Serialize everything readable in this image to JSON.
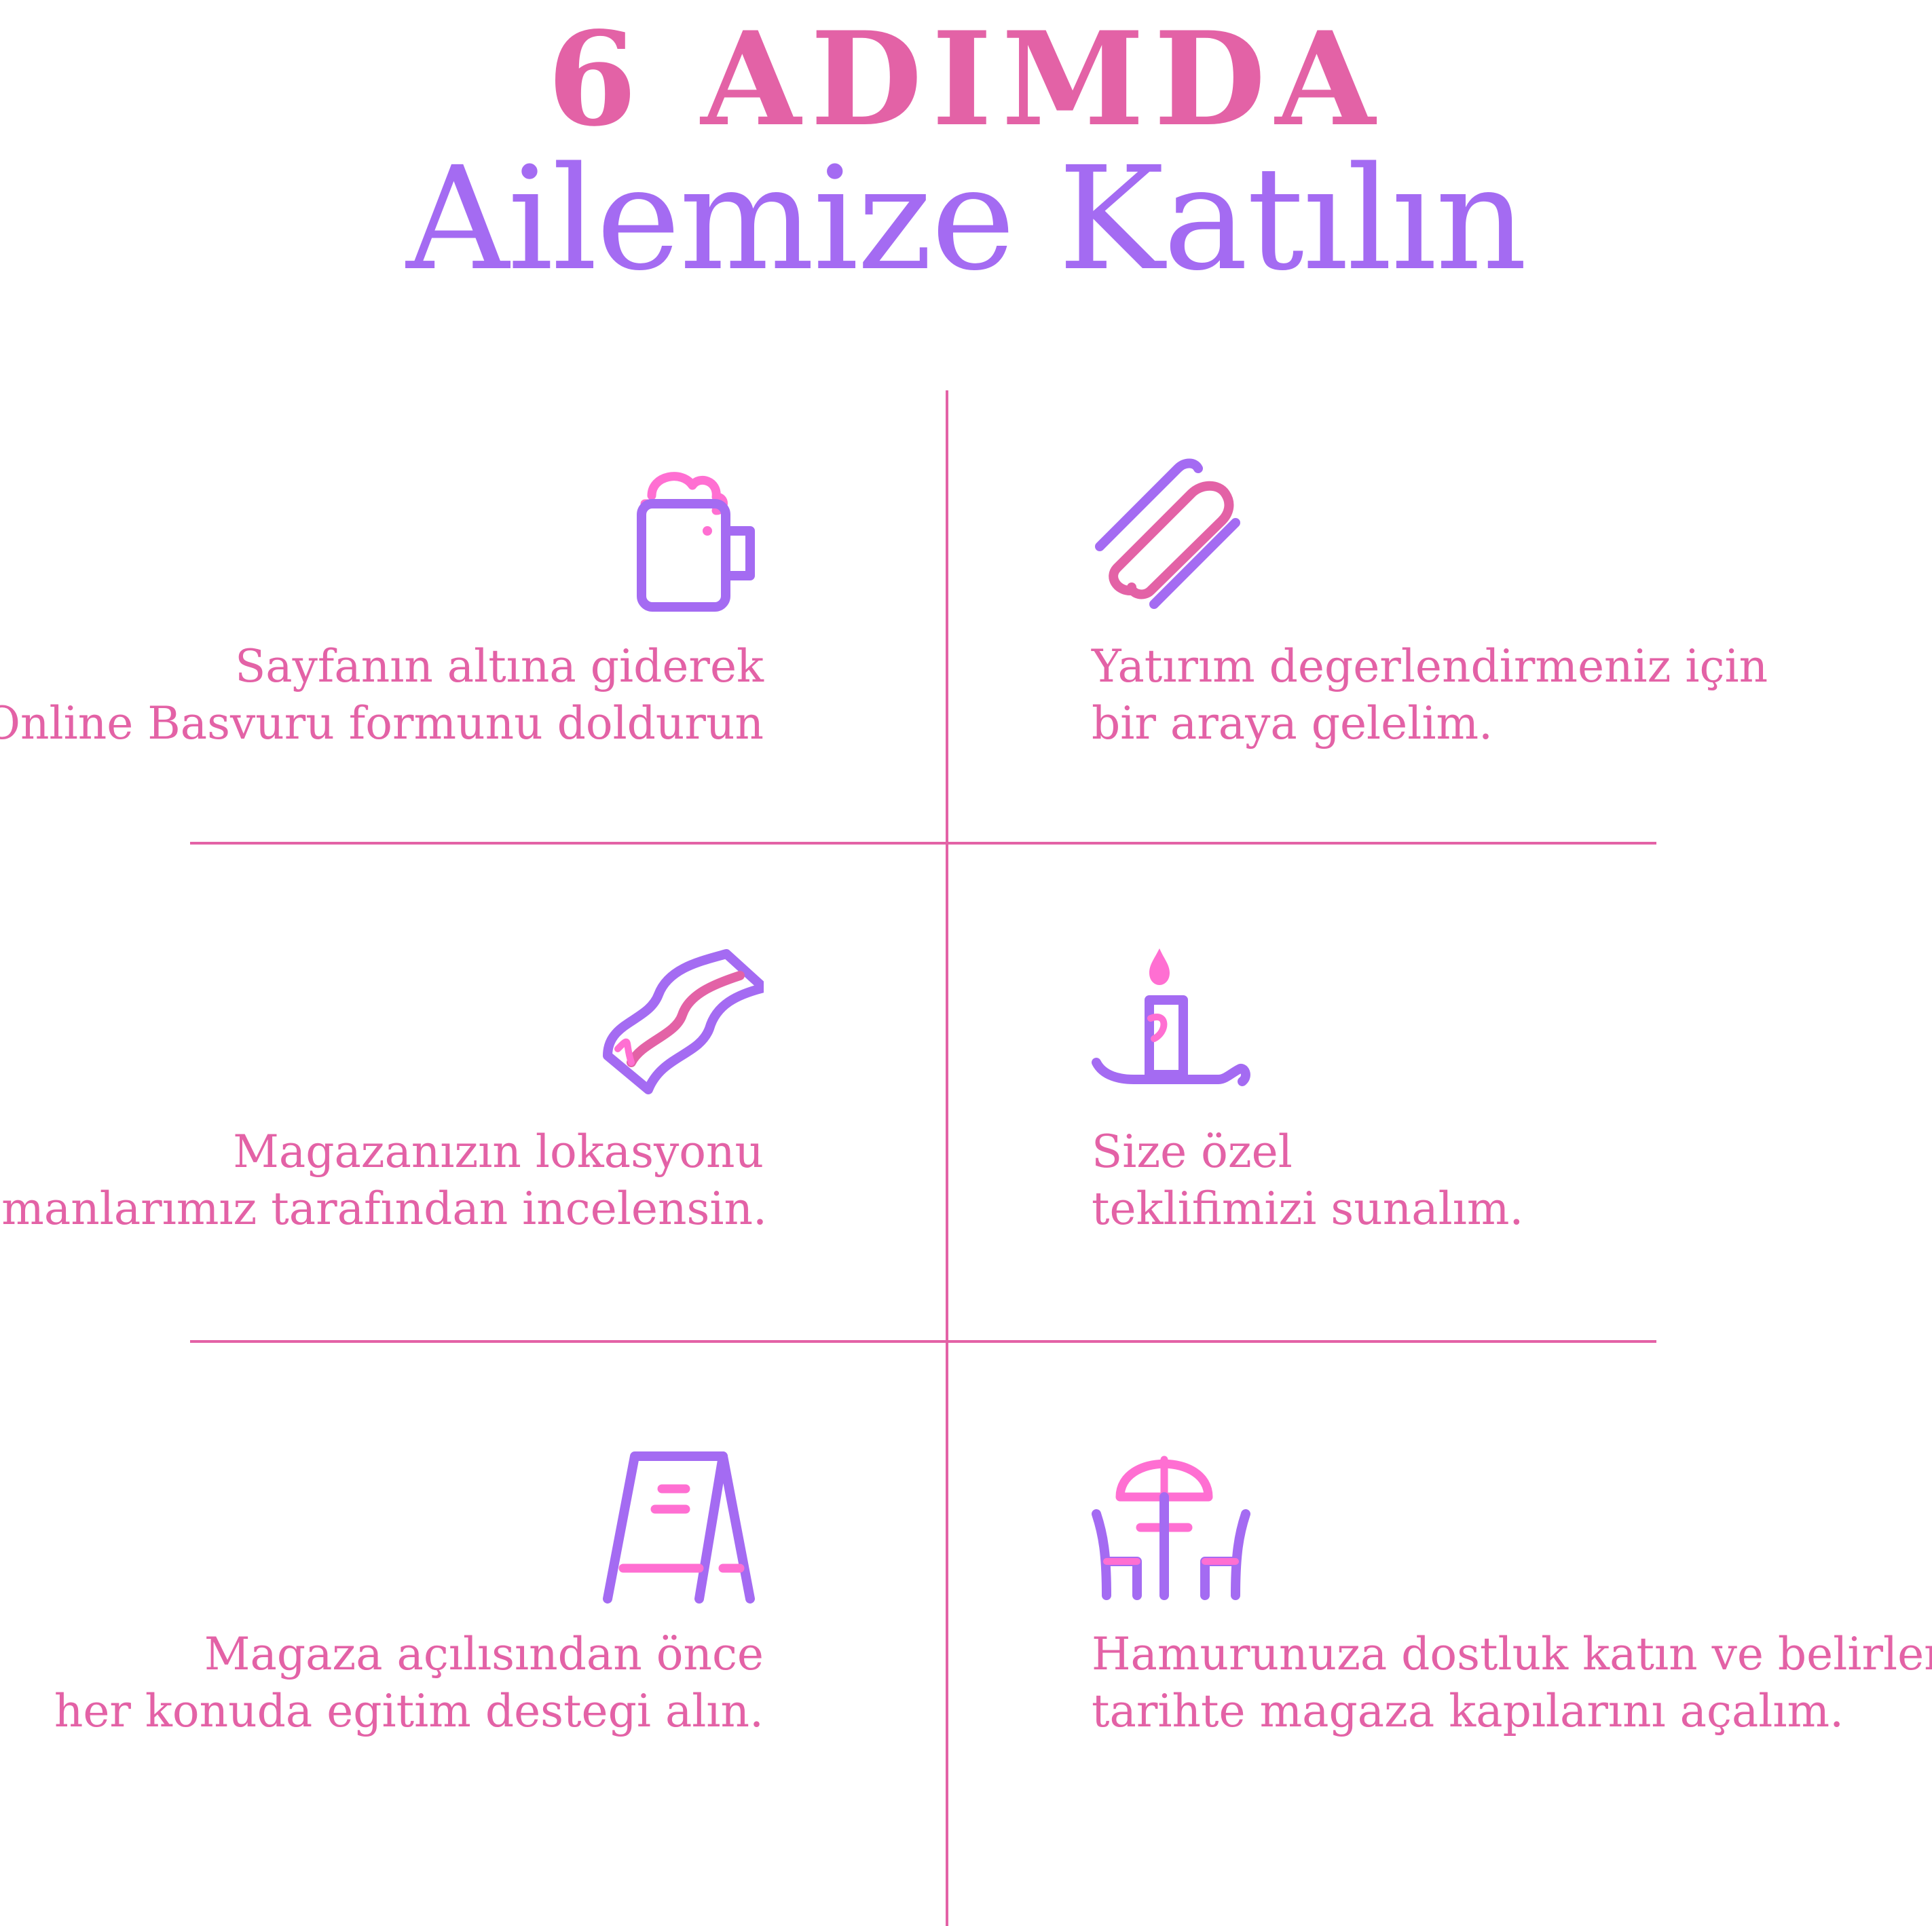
{
  "header": {
    "line1": "6 ADIMDA",
    "line2": "Ailemize Katılın"
  },
  "colors": {
    "pink": "#E362A6",
    "purple": "#A46BF2",
    "light_pink": "#FF6FD2"
  },
  "steps": [
    {
      "icon": "beer-mug-icon",
      "lines": [
        "Sayfanın altına giderek",
        "Online Basvuru formunu doldurun"
      ]
    },
    {
      "icon": "paperclip-icon",
      "lines": [
        "Yatırım degerlendirmeniz için",
        "bir araya gelelim."
      ]
    },
    {
      "icon": "bacon-icon",
      "lines": [
        "Magazanızın lokasyonu",
        "uzmanlarımız tarafından incelensin."
      ]
    },
    {
      "icon": "candle-icon",
      "lines": [
        "Size özel",
        "teklifimizi sunalım."
      ]
    },
    {
      "icon": "menu-board-icon",
      "lines": [
        "Magaza açılısından önce",
        "her konuda egitim destegi alın."
      ]
    },
    {
      "icon": "cafe-table-icon",
      "lines": [
        "Hamurunuza dostluk katın ve belirlenen",
        "tarihte magaza kapılarını açalım."
      ]
    }
  ]
}
